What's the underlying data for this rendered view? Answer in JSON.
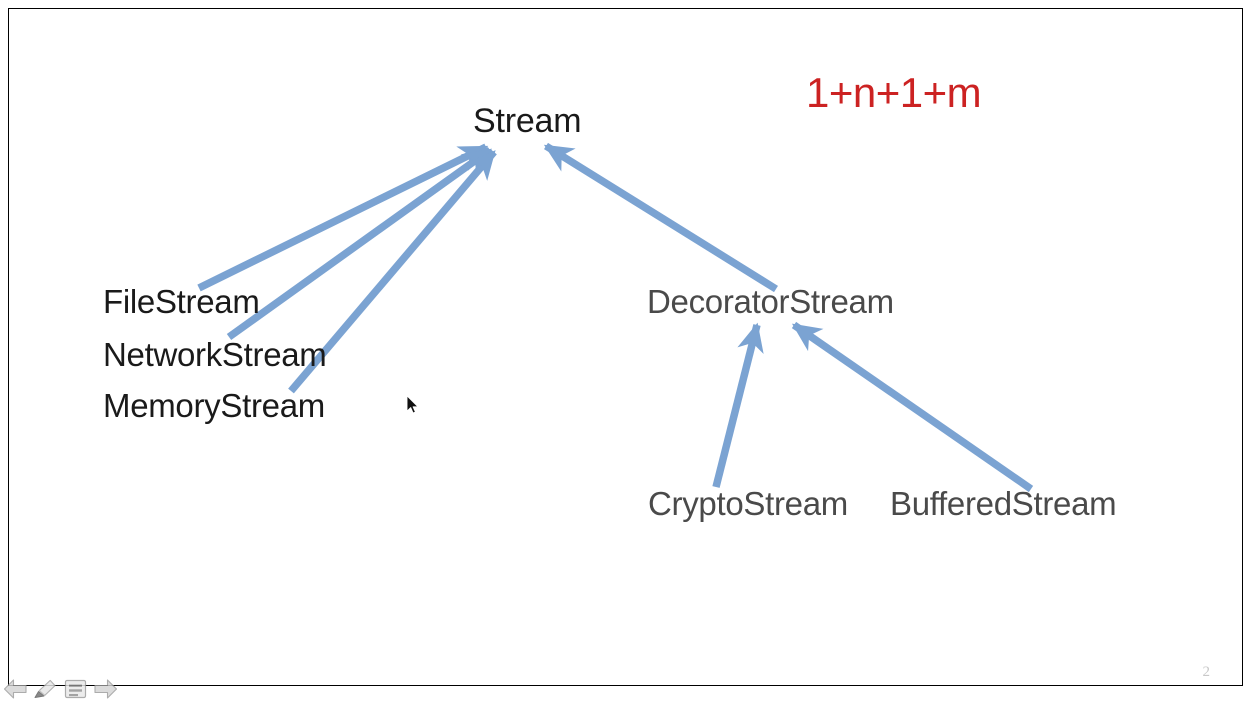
{
  "slide": {
    "background_color": "#ffffff",
    "border_color": "#000000",
    "number": "2"
  },
  "annotation": {
    "formula": "1+n+1+m",
    "color": "#cc2222"
  },
  "diagram": {
    "arrow_color": "#7ba3d2",
    "root": {
      "label": "Stream",
      "color": "#1a1a1a"
    },
    "direct_subclasses": [
      {
        "label": "FileStream",
        "color": "#1a1a1a"
      },
      {
        "label": "NetworkStream",
        "color": "#1a1a1a"
      },
      {
        "label": "MemoryStream",
        "color": "#1a1a1a"
      }
    ],
    "decorator": {
      "label": "DecoratorStream",
      "color": "#4a4a4a"
    },
    "decorator_subclasses": [
      {
        "label": "CryptoStream",
        "color": "#4a4a4a"
      },
      {
        "label": "BufferedStream",
        "color": "#4a4a4a"
      }
    ]
  },
  "toolbar": {
    "items": [
      {
        "name": "previous-slide",
        "icon": "left-arrow-icon"
      },
      {
        "name": "pen-tool",
        "icon": "pen-icon"
      },
      {
        "name": "slide-menu",
        "icon": "menu-icon"
      },
      {
        "name": "next-slide",
        "icon": "right-arrow-icon"
      }
    ]
  }
}
